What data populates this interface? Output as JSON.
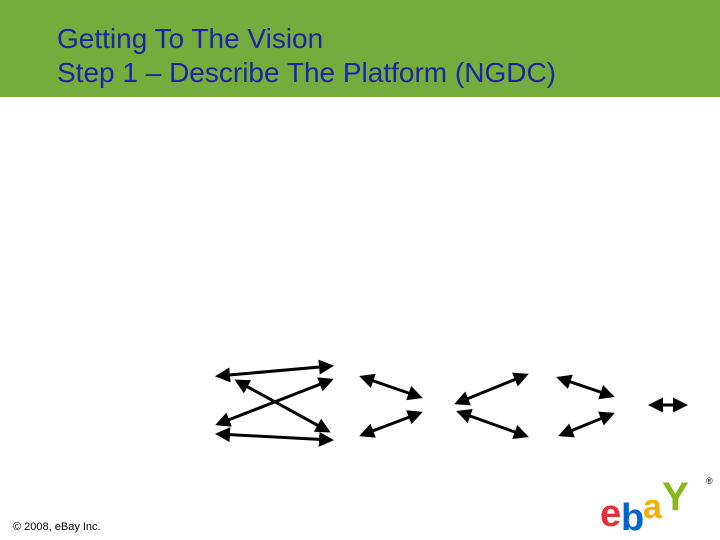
{
  "slide": {
    "title_line1": "Getting To The Vision",
    "title_line2": "Step 1 – Describe The Platform (NGDC)",
    "copyright": "© 2008, eBay Inc.",
    "registered_mark": "®",
    "logo_text": "ebaY"
  },
  "colors": {
    "header_band": "#74ad3b",
    "title_text": "#1f23a8",
    "arrow": "#000000",
    "logo_e": "#e53238",
    "logo_b": "#0064d2",
    "logo_a": "#f5af02",
    "logo_y": "#86b817"
  },
  "icons": {
    "arrows": "double-headed-arrow-icon",
    "logo": "ebay-logo"
  }
}
